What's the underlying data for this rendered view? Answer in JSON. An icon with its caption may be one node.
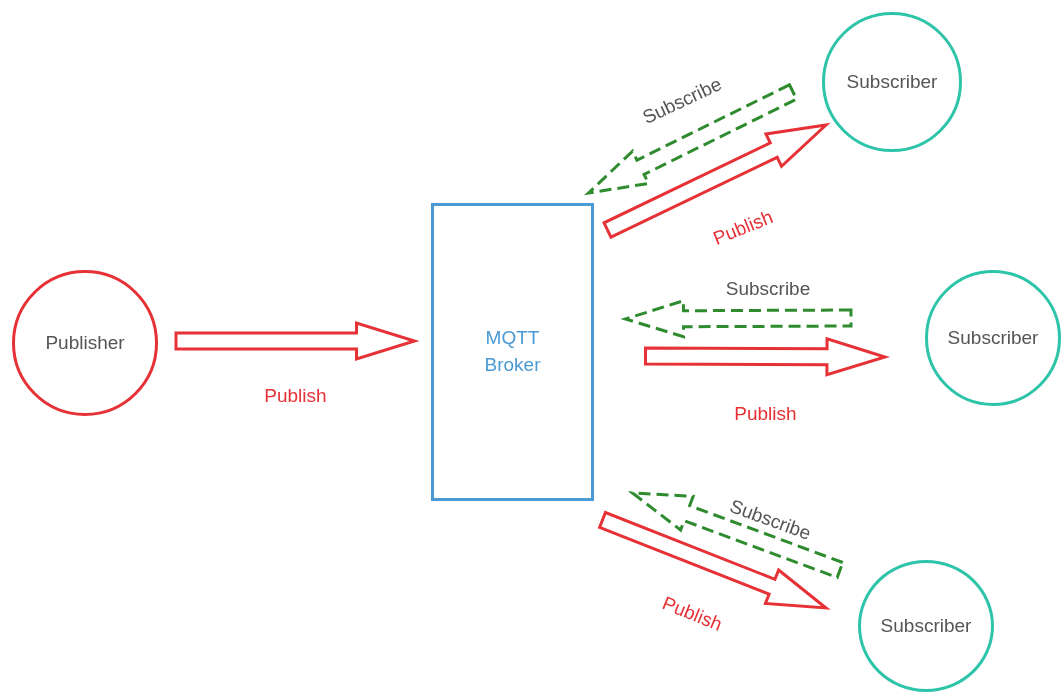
{
  "diagram": {
    "nodes": [
      {
        "text": [
          "Publisher"
        ]
      },
      {
        "text": [
          "MQTT Broker"
        ]
      },
      {
        "text": [
          "Subscriber"
        ]
      },
      {
        "text": [
          "Subscriber"
        ]
      },
      {
        "text": [
          "Subscriber"
        ]
      }
    ],
    "edges": [
      {
        "from": 0,
        "to": 1,
        "arrow": "to",
        "label": "Publish"
      },
      {
        "from": 2,
        "to": 1,
        "arrow": "to",
        "label": "Subscribe",
        "style": "dashed",
        "color": "#2e8b2e"
      },
      {
        "from": 1,
        "to": 2,
        "arrow": "to",
        "label": "Publish"
      },
      {
        "from": 3,
        "to": 1,
        "arrow": "to",
        "label": "Subscribe",
        "style": "dashed",
        "color": "#2e8b2e"
      },
      {
        "from": 1,
        "to": 3,
        "arrow": "to",
        "label": "Publish"
      },
      {
        "from": 4,
        "to": 1,
        "arrow": "to",
        "label": "Subscribe",
        "style": "dashed",
        "color": "#2e8b2e"
      },
      {
        "from": 1,
        "to": 4,
        "arrow": "to",
        "label": "Publish"
      }
    ]
  }
}
